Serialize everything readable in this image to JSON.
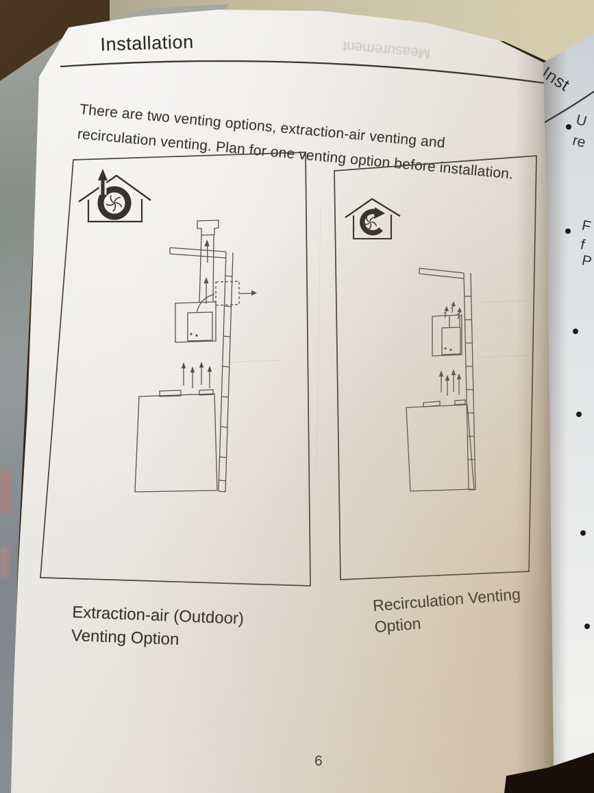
{
  "page": {
    "title": "Installation",
    "body_line1": "There are two venting options, extraction-air venting and",
    "body_line2": "recirculation venting. Plan for one venting option before installation.",
    "caption_left_line1": "Extraction-air (Outdoor)",
    "caption_left_line2": "Venting Option",
    "caption_right_line1": "Recirculation Venting",
    "caption_right_line2": "Option",
    "page_number": "6",
    "ghost_showthrough": "Measurement"
  },
  "adjacent_page": {
    "title_partial": "Inst",
    "bullet_fragments": [
      {
        "line1": "U",
        "line2": "re"
      },
      {
        "line1": "F",
        "line2": "f",
        "line3": "P"
      }
    ]
  },
  "icons": {
    "left_diagram_icon": "house-extraction-fan-icon",
    "right_diagram_icon": "house-recirculation-fan-icon"
  },
  "colors": {
    "paper": "#e9e5e0",
    "paper_warm": "#d0c3ae",
    "ink": "#2a2824",
    "line_art": "#57514a",
    "table_background": "#2a1c10",
    "plastic_bag": "#d6cfae",
    "plastic_wrap": "#8d968f",
    "adjacent_paper": "#e0e3e5"
  }
}
